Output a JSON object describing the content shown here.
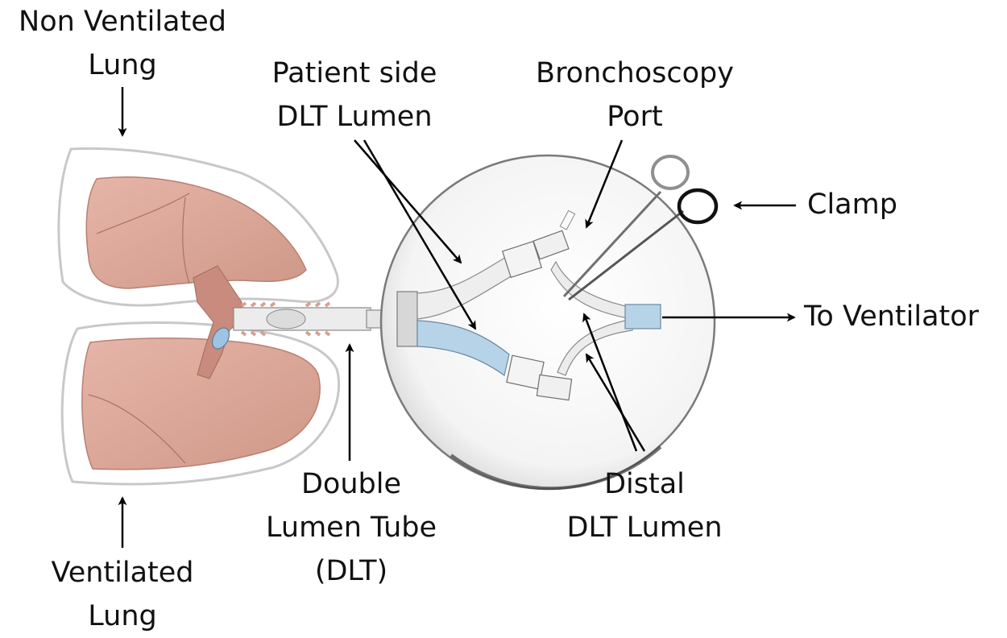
{
  "labels": {
    "non_ventilated": [
      "Non Ventilated",
      "Lung"
    ],
    "ventilated": [
      "Ventilated",
      "Lung"
    ],
    "patient_side": [
      "Patient side",
      "DLT Lumen"
    ],
    "bronchoscopy": [
      "Bronchoscopy",
      "Port"
    ],
    "clamp": "Clamp",
    "to_ventilator": "To Ventilator",
    "dlt": [
      "Double",
      "Lumen Tube",
      "(DLT)"
    ],
    "distal": [
      "Distal",
      "DLT Lumen"
    ]
  },
  "colors": {
    "lung_fill": "#dba79a",
    "lung_outline": "#c0c0c0",
    "tube_clear": "#e9e9e9",
    "tube_blue": "#b7d3e8",
    "arrow": "#000000"
  }
}
